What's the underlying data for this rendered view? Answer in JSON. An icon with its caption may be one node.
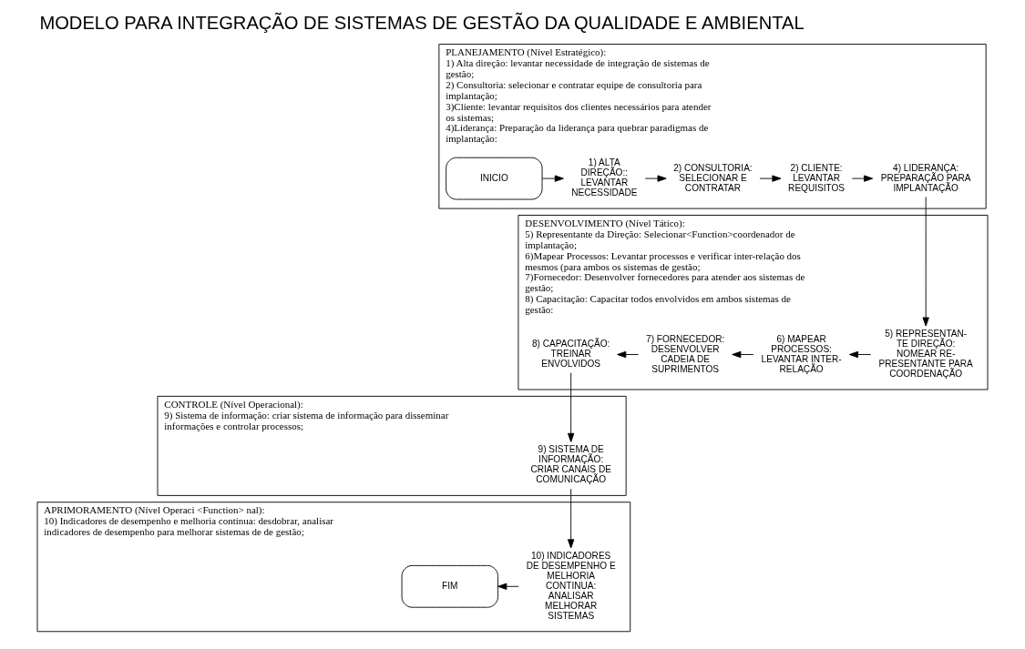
{
  "diagram": {
    "title": "MODELO PARA INTEGRAÇÃO DE SISTEMAS DE GESTÃO DA QUALIDADE E AMBIENTAL",
    "nodes": [
      {
        "text": [
          "PLANEJAMENTO (Nível Estratégico):",
          "1) Alta direção: levantar necessidade de integração de sistemas de gestão;",
          "2) Consultoria: selecionar e contratar equipe de consultoria para implantação;",
          "3)Cliente: levantar requisitos dos clientes necessários para atender os sistemas;",
          "4)Liderança: Preparação da liderança para quebrar paradigmas de implantação:"
        ]
      },
      {
        "text": [
          "INICIO"
        ],
        "in": 0
      },
      {
        "text": [
          "1) ALTA DIREÇÃO:: LEVANTAR NECESSIDADE"
        ],
        "in": 0
      },
      {
        "text": [
          "2) CONSULTORIA: SELECIONAR E CONTRATAR"
        ],
        "in": 0
      },
      {
        "text": [
          "2) CLIENTE: LEVANTAR REQUISITOS"
        ],
        "in": 0
      },
      {
        "text": [
          "4) LIDERANÇA: PREPARAÇÃO PARA IMPLANTAÇÃO"
        ],
        "in": 0
      },
      {
        "text": [
          "DESENVOLVIMENTO (Nível Tático):",
          "5) Representante da Direção: Selecionar<Function>coordenador de implantação;",
          "6)Mapear Processos: Levantar processos e verificar inter-relação dos mesmos (para ambos os sistemas de gestão;",
          "7)Fornecedor: Desenvolver fornecedores para atender aos sistemas de gestão;",
          "8) Capacitação: Capacitar todos envolvidos em ambos sistemas de gestão:"
        ]
      },
      {
        "text": [
          "8) CAPACITAÇÃO: TREINAR ENVOLVIDOS"
        ],
        "in": 6
      },
      {
        "text": [
          "7) FORNECEDOR: DESENVOLVER CADEIA DE SUPRIMENTOS"
        ],
        "in": 6
      },
      {
        "text": [
          "6) MAPEAR PROCESSOS: LEVANTAR INTER-RELAÇÃO"
        ],
        "in": 6
      },
      {
        "text": [
          "5) REPRESENTAN- TE DIREÇÃO: NOMEAR RE- PRESENTANTE PARA COORDENAÇÃO"
        ],
        "in": 6
      },
      {
        "text": [
          "CONTROLE (Nível Operacional):",
          "9) Sistema de informação: criar sistema de informação para disseminar informações e controlar processos;"
        ]
      },
      {
        "text": [
          "9) SISTEMA DE INFORMAÇÃO: CRIAR CANAIS DE COMUNICAÇÃO"
        ],
        "in": 11
      },
      {
        "text": [
          "APRIMORAMENTO (Nível Operaci <Function> nal):",
          "10) Indicadores de desempenho e melhoria continua: desdobrar, analisar indicadores de desempenho para melhorar sistemas de de gestão;"
        ]
      },
      {
        "text": [
          "FIM"
        ],
        "in": 13
      },
      {
        "text": [
          "10) INDICADORES DE DESEMPENHO E MELHORIA CONTINUA: ANALISAR MELHORAR SISTEMAS"
        ],
        "in": 13
      }
    ],
    "edges": [
      {
        "from": 1,
        "to": 2,
        "arrow": "to"
      },
      {
        "from": 2,
        "to": 3,
        "arrow": "to"
      },
      {
        "from": 3,
        "to": 4,
        "arrow": "to"
      },
      {
        "from": 4,
        "to": 5,
        "arrow": "to"
      },
      {
        "from": 5,
        "to": 10,
        "arrow": "to"
      },
      {
        "from": 10,
        "to": 9,
        "arrow": "to"
      },
      {
        "from": 9,
        "to": 8,
        "arrow": "to"
      },
      {
        "from": 8,
        "to": 7,
        "arrow": "to"
      },
      {
        "from": 7,
        "to": 12,
        "arrow": "to"
      },
      {
        "from": 12,
        "to": 15,
        "arrow": "to"
      },
      {
        "from": 15,
        "to": 14,
        "arrow": "to"
      }
    ]
  }
}
